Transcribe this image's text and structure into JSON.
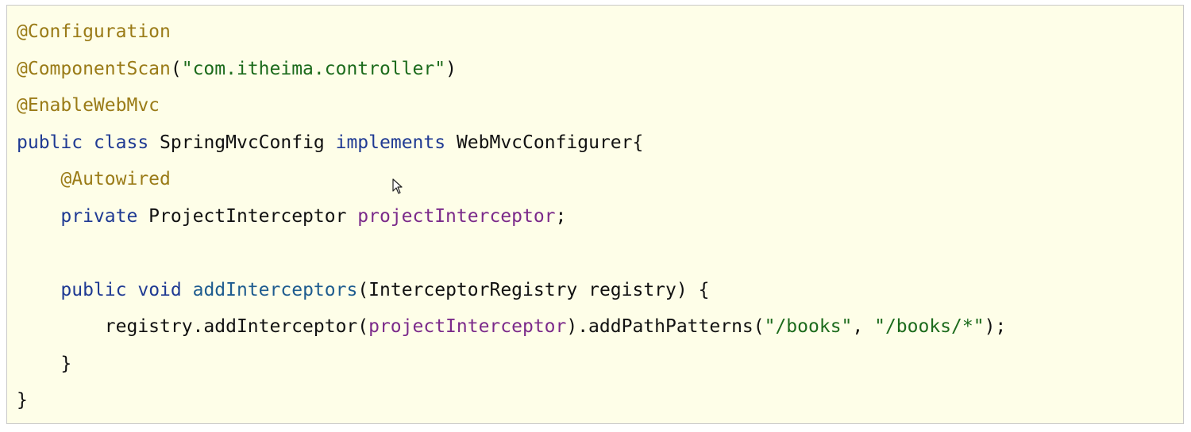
{
  "code": {
    "lines": [
      [
        {
          "t": "@Configuration",
          "k": "annotation"
        }
      ],
      [
        {
          "t": "@ComponentScan",
          "k": "annotation"
        },
        {
          "t": "(",
          "k": "plain"
        },
        {
          "t": "\"com.itheima.controller\"",
          "k": "string"
        },
        {
          "t": ")",
          "k": "plain"
        }
      ],
      [
        {
          "t": "@EnableWebMvc",
          "k": "annotation"
        }
      ],
      [
        {
          "t": "public",
          "k": "keyword"
        },
        {
          "t": " ",
          "k": "plain"
        },
        {
          "t": "class",
          "k": "keyword"
        },
        {
          "t": " SpringMvcConfig ",
          "k": "plain"
        },
        {
          "t": "implements",
          "k": "keyword"
        },
        {
          "t": " WebMvcConfigurer{",
          "k": "plain"
        }
      ],
      [
        {
          "t": "    ",
          "k": "plain"
        },
        {
          "t": "@Autowired",
          "k": "annotation"
        }
      ],
      [
        {
          "t": "    ",
          "k": "plain"
        },
        {
          "t": "private",
          "k": "keyword"
        },
        {
          "t": " ProjectInterceptor ",
          "k": "plain"
        },
        {
          "t": "projectInterceptor",
          "k": "field"
        },
        {
          "t": ";",
          "k": "plain"
        }
      ],
      [
        {
          "t": "",
          "k": "plain"
        }
      ],
      [
        {
          "t": "    ",
          "k": "plain"
        },
        {
          "t": "public",
          "k": "keyword"
        },
        {
          "t": " ",
          "k": "plain"
        },
        {
          "t": "void",
          "k": "keyword"
        },
        {
          "t": " ",
          "k": "plain"
        },
        {
          "t": "addInterceptors",
          "k": "method"
        },
        {
          "t": "(InterceptorRegistry registry) {",
          "k": "plain"
        }
      ],
      [
        {
          "t": "        registry.addInterceptor(",
          "k": "plain"
        },
        {
          "t": "projectInterceptor",
          "k": "field"
        },
        {
          "t": ").addPathPatterns(",
          "k": "plain"
        },
        {
          "t": "\"/books\"",
          "k": "string"
        },
        {
          "t": ", ",
          "k": "plain"
        },
        {
          "t": "\"/books/*\"",
          "k": "string"
        },
        {
          "t": ");",
          "k": "plain"
        }
      ],
      [
        {
          "t": "    }",
          "k": "plain"
        }
      ],
      [
        {
          "t": "}",
          "k": "plain"
        }
      ]
    ]
  },
  "colors": {
    "background": "#fefee8",
    "border": "#c9c9c9",
    "annotation": "#9a7b17",
    "keyword": "#1f3a93",
    "string": "#1c6b1c",
    "field": "#7b2a8a",
    "method": "#1e5c8f",
    "text": "#111111"
  },
  "icons": {
    "cursor": "mouse-pointer-icon"
  }
}
